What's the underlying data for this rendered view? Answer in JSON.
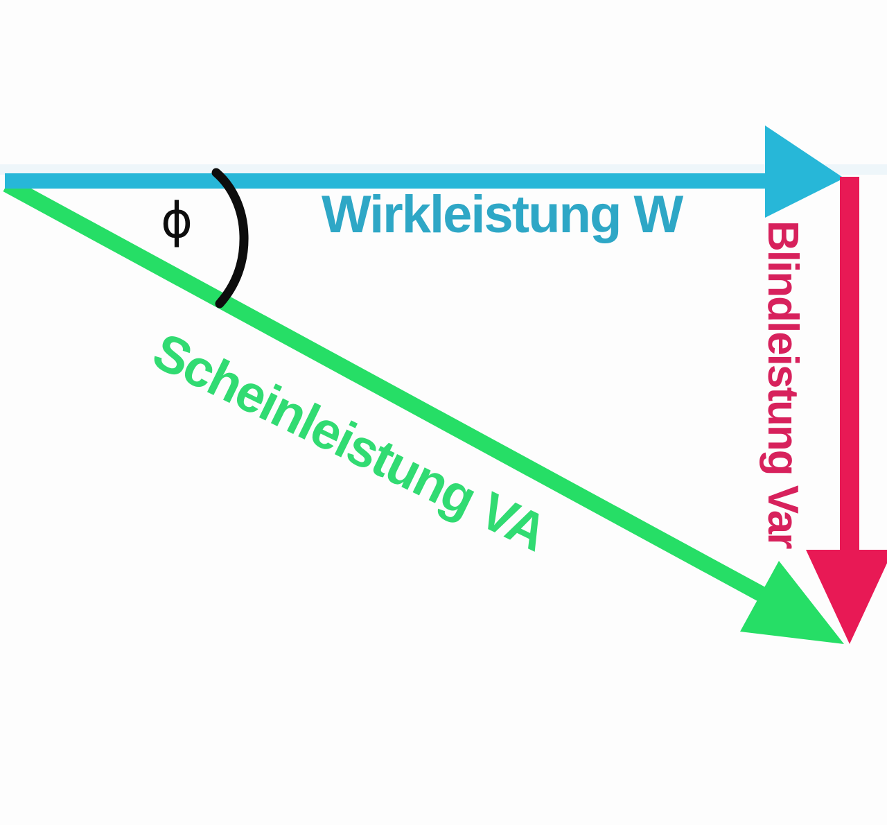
{
  "diagram": {
    "type": "vector-diagram",
    "subject": "power-triangle",
    "vectors": [
      {
        "label": "Wirkleistung W",
        "direction": "right",
        "color": "#27B7D8",
        "text_color": "#2EA7C6",
        "icon": "arrow-right-icon"
      },
      {
        "label": "Blindleistung Var",
        "direction": "down",
        "color": "#E81955",
        "text_color": "#D7215C",
        "icon": "arrow-down-icon"
      },
      {
        "label": "Scheinleistung VA",
        "direction": "down-right",
        "color": "#26DE66",
        "text_color": "#31DB72",
        "icon": "arrow-diagonal-icon"
      }
    ],
    "angle": {
      "symbol": "ϕ",
      "arc_icon": "angle-arc-icon",
      "arc_color": "#0D0D0D"
    }
  },
  "colors": {
    "active_power": "#27B7D8",
    "active_power_text": "#2EA7C6",
    "reactive_power": "#E81955",
    "reactive_power_text": "#D7215C",
    "apparent_power": "#26DE66",
    "apparent_power_text": "#31DB72",
    "angle_arc": "#0D0D0D",
    "background": "#FDFDFD",
    "halo": "#E6F3F9"
  }
}
